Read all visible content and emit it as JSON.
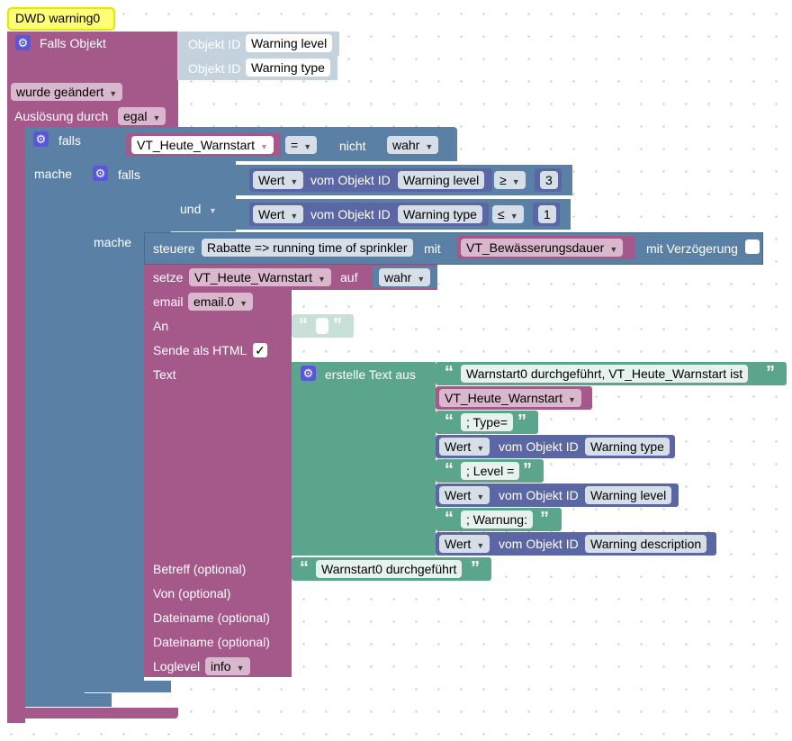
{
  "comment_bubble": {
    "text": "DWD warning0"
  },
  "trigger": {
    "label": "Falls Objekt",
    "objects": [
      {
        "label": "Objekt ID",
        "value": "Warning level"
      },
      {
        "label": "Objekt ID",
        "value": "Warning type"
      }
    ],
    "change_select": "wurde geändert",
    "trigger_by_label": "Auslösung durch",
    "trigger_by_select": "egal"
  },
  "outer_if": {
    "if_label": "falls",
    "do_label": "mache",
    "var": "VT_Heute_Warnstart",
    "op": "=",
    "not_label": "nicht",
    "bool": "wahr"
  },
  "inner_if": {
    "if_label": "falls",
    "do_label": "mache",
    "and_label": "und",
    "cond1": {
      "wert": "Wert",
      "from_label": "vom Objekt ID",
      "object": "Warning level",
      "op": "≥",
      "num": "3"
    },
    "cond2": {
      "wert": "Wert",
      "from_label": "vom Objekt ID",
      "object": "Warning type",
      "op": "≤",
      "num": "1"
    }
  },
  "control": {
    "label": "steuere",
    "target": "Rabatte => running time of sprinkler",
    "with_label": "mit",
    "value_var": "VT_Bewässerungsdauer",
    "delay_label": "mit Verzögerung"
  },
  "set": {
    "label": "setze",
    "var": "VT_Heute_Warnstart",
    "to_label": "auf",
    "value": "wahr"
  },
  "email": {
    "label": "email",
    "instance": "email.0",
    "to_label": "An",
    "html_label": "Sende als HTML",
    "html_checked": "✓",
    "text_label": "Text",
    "subject_label": "Betreff (optional)",
    "subject_value": "Warnstart0 durchgeführt",
    "from_label": "Von (optional)",
    "file1_label": "Dateiname (optional)",
    "file2_label": "Dateiname (optional)",
    "loglevel_label": "Loglevel",
    "loglevel": "info"
  },
  "text_join": {
    "label": "erstelle Text aus",
    "items": [
      {
        "type": "text",
        "value": "Warnstart0 durchgeführt, VT_Heute_Warnstart ist"
      },
      {
        "type": "var",
        "value": "VT_Heute_Warnstart"
      },
      {
        "type": "text",
        "value": "; Type="
      },
      {
        "type": "get",
        "wert": "Wert",
        "from_label": "vom Objekt ID",
        "object": "Warning type"
      },
      {
        "type": "text",
        "value": "; Level ="
      },
      {
        "type": "get",
        "wert": "Wert",
        "from_label": "vom Objekt ID",
        "object": "Warning level"
      },
      {
        "type": "text",
        "value": "; Warnung:"
      },
      {
        "type": "get",
        "wert": "Wert",
        "from_label": "vom Objekt ID",
        "object": "Warning description"
      }
    ]
  }
}
